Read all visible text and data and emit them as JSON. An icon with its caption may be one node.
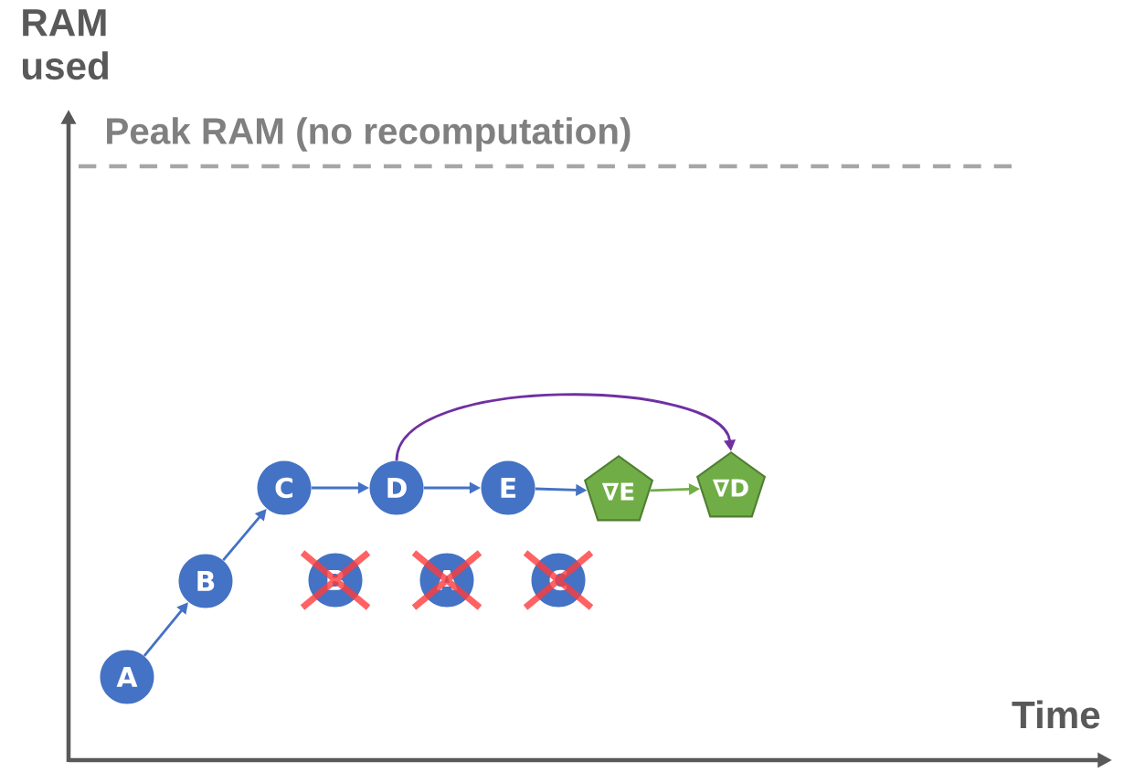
{
  "diagram": {
    "nodes": [
      {
        "text": [
          "A"
        ]
      },
      {
        "text": [
          "B"
        ]
      },
      {
        "text": [
          "C"
        ]
      },
      {
        "text": [
          "D"
        ]
      },
      {
        "text": [
          "E"
        ]
      },
      {
        "text": [
          "∇E"
        ]
      },
      {
        "text": [
          "∇D"
        ]
      },
      {
        "text": [
          "B"
        ]
      },
      {
        "text": [
          "A"
        ]
      },
      {
        "text": [
          "C"
        ]
      }
    ],
    "edges": [
      {
        "from": 0,
        "to": 1,
        "arrow": "to"
      },
      {
        "from": 1,
        "to": 2,
        "arrow": "to"
      },
      {
        "from": 2,
        "to": 3,
        "arrow": "to"
      },
      {
        "from": 3,
        "to": 4,
        "arrow": "to"
      },
      {
        "from": 4,
        "to": 5,
        "arrow": "to"
      },
      {
        "from": 5,
        "to": 6,
        "arrow": "to",
        "color": "#70ad47"
      },
      {
        "from": 3,
        "to": 6,
        "arrow": "to",
        "color": "#7030a0"
      }
    ],
    "labels": [
      "RAM used",
      "Peak RAM (no recomputation)",
      "Time"
    ]
  }
}
